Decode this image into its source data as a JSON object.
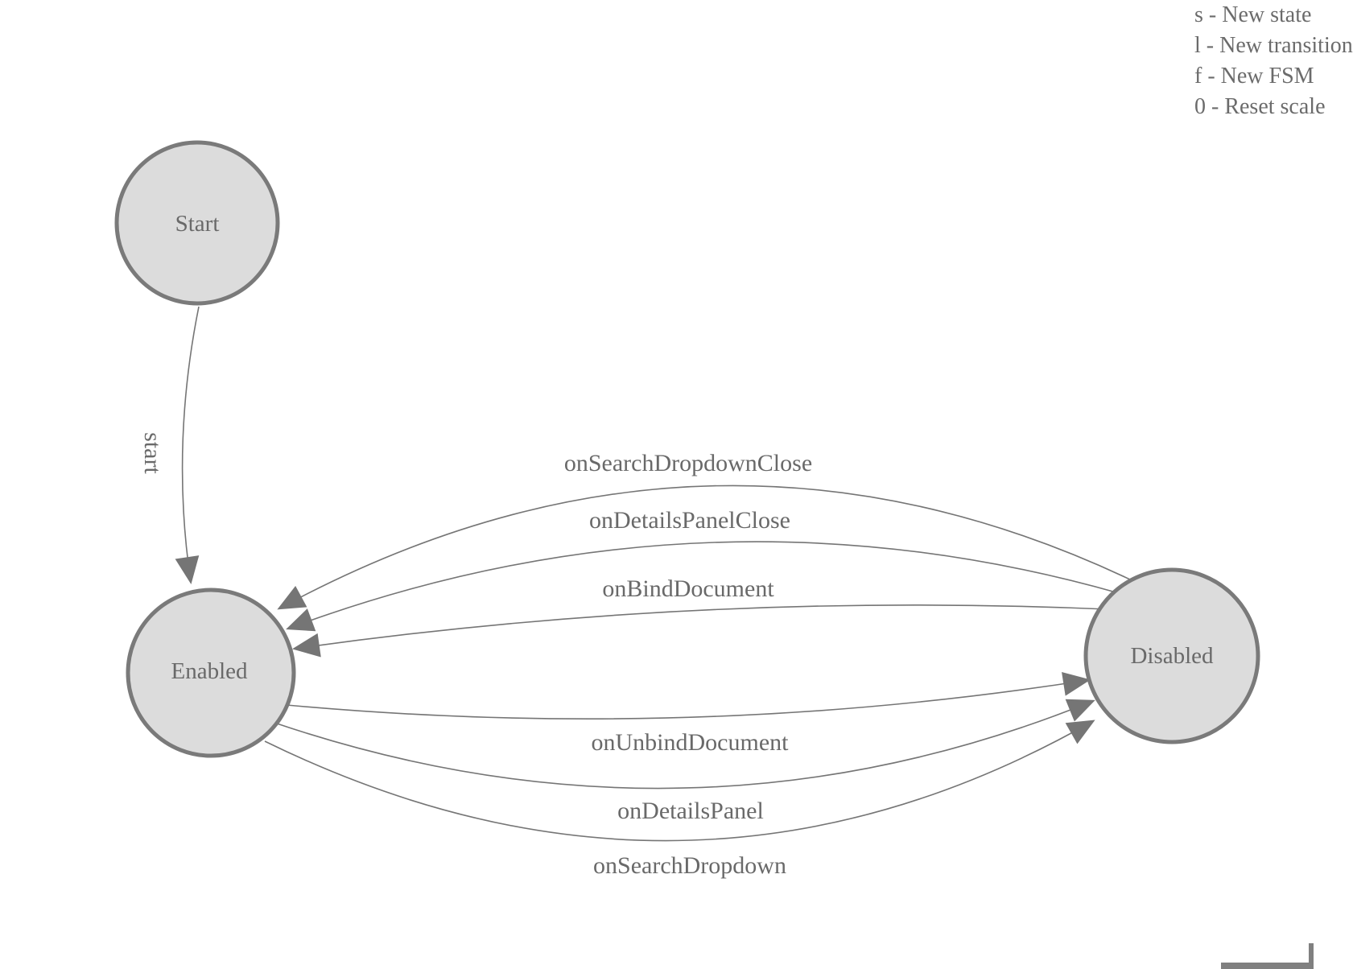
{
  "colors": {
    "node_fill": "#dcdcdc",
    "node_stroke": "#7a7a7a",
    "edge_color": "#757575",
    "label_color": "#696969",
    "legend_color": "#6b6b6b",
    "corner_color": "#808080"
  },
  "legend": {
    "lines": [
      "s - New state",
      "l - New transition",
      "f - New FSM",
      "0 - Reset scale"
    ]
  },
  "states": [
    {
      "id": "start",
      "label": "Start"
    },
    {
      "id": "enabled",
      "label": "Enabled"
    },
    {
      "id": "disabled",
      "label": "Disabled"
    }
  ],
  "transitions": [
    {
      "label": "start",
      "from": "Start",
      "to": "Enabled"
    },
    {
      "label": "onSearchDropdownClose",
      "from": "Disabled",
      "to": "Enabled"
    },
    {
      "label": "onDetailsPanelClose",
      "from": "Disabled",
      "to": "Enabled"
    },
    {
      "label": "onBindDocument",
      "from": "Disabled",
      "to": "Enabled"
    },
    {
      "label": "onUnbindDocument",
      "from": "Enabled",
      "to": "Disabled"
    },
    {
      "label": "onDetailsPanel",
      "from": "Enabled",
      "to": "Disabled"
    },
    {
      "label": "onSearchDropdown",
      "from": "Enabled",
      "to": "Disabled"
    }
  ]
}
